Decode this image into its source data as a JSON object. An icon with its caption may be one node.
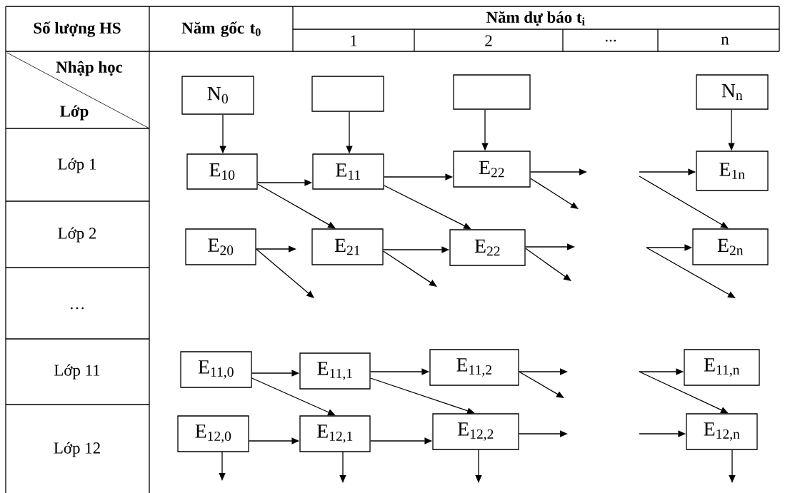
{
  "diagram": {
    "nodes": [
      {
        "text": [
          "N$_{0}$"
        ]
      },
      {
        "text": [],
        "shape": "box"
      },
      {
        "text": [],
        "shape": "box"
      },
      {
        "text": [
          "N$_{n}$"
        ]
      },
      {
        "text": [
          "E$_{10}$"
        ]
      },
      {
        "text": [
          "E$_{11}$"
        ]
      },
      {
        "text": [
          "E$_{22}$"
        ]
      },
      {
        "text": [
          "E$_{1n}$"
        ]
      },
      {
        "text": [
          "E$_{20}$"
        ]
      },
      {
        "text": [
          "E$_{21}$"
        ]
      },
      {
        "text": [
          "E$_{22}$"
        ]
      },
      {
        "text": [
          "E$_{2n}$"
        ]
      },
      {
        "text": [
          "E$_{11,0}$"
        ]
      },
      {
        "text": [
          "E$_{11,1}$"
        ]
      },
      {
        "text": [
          "E$_{11,2}$"
        ]
      },
      {
        "text": [
          "E$_{11,n}$"
        ]
      },
      {
        "text": [
          "E$_{12,0}$"
        ]
      },
      {
        "text": [
          "E$_{12,1}$"
        ]
      },
      {
        "text": [
          "E$_{12,2}$"
        ]
      },
      {
        "text": [
          "E$_{12,n}$"
        ]
      }
    ],
    "edges": [
      {
        "from": 0,
        "to": 4,
        "arrow": "to"
      },
      {
        "from": 1,
        "to": 5,
        "arrow": "to"
      },
      {
        "from": 2,
        "to": 6,
        "arrow": "to"
      },
      {
        "from": 3,
        "to": 7,
        "arrow": "to"
      },
      {
        "from": 4,
        "to": 5,
        "arrow": "to"
      },
      {
        "from": 5,
        "to": 6,
        "arrow": "to"
      },
      {
        "from": 6,
        "to": null,
        "arrow": "to"
      },
      {
        "from": null,
        "to": 7,
        "arrow": "to"
      },
      {
        "from": 4,
        "to": 9,
        "arrow": "to"
      },
      {
        "from": 5,
        "to": 10,
        "arrow": "to"
      },
      {
        "from": 6,
        "to": null,
        "arrow": "to"
      },
      {
        "from": null,
        "to": 11,
        "arrow": "to"
      },
      {
        "from": 8,
        "to": null,
        "arrow": "to"
      },
      {
        "from": 8,
        "to": null,
        "arrow": "to"
      },
      {
        "from": 9,
        "to": 10,
        "arrow": "to"
      },
      {
        "from": 9,
        "to": null,
        "arrow": "to"
      },
      {
        "from": 10,
        "to": null,
        "arrow": "to"
      },
      {
        "from": 10,
        "to": null,
        "arrow": "to"
      },
      {
        "from": null,
        "to": 11,
        "arrow": "to"
      },
      {
        "from": 12,
        "to": 13,
        "arrow": "to"
      },
      {
        "from": 12,
        "to": 17,
        "arrow": "to"
      },
      {
        "from": 13,
        "to": 14,
        "arrow": "to"
      },
      {
        "from": 13,
        "to": 18,
        "arrow": "to"
      },
      {
        "from": 14,
        "to": null,
        "arrow": "to"
      },
      {
        "from": 14,
        "to": null,
        "arrow": "to"
      },
      {
        "from": null,
        "to": 15,
        "arrow": "to"
      },
      {
        "from": null,
        "to": 19,
        "arrow": "to"
      },
      {
        "from": 16,
        "to": 17,
        "arrow": "to"
      },
      {
        "from": 17,
        "to": 18,
        "arrow": "to"
      },
      {
        "from": 18,
        "to": null,
        "arrow": "to"
      },
      {
        "from": null,
        "to": 19,
        "arrow": "to"
      },
      {
        "from": 16,
        "to": null,
        "arrow": "to"
      },
      {
        "from": 17,
        "to": null,
        "arrow": "to"
      },
      {
        "from": 18,
        "to": null,
        "arrow": "to"
      },
      {
        "from": 19,
        "to": null,
        "arrow": "to"
      }
    ],
    "labels": [
      "Số lượng HS",
      "Năm gốc t$_{0}$",
      "Năm dự báo t$_{i}$",
      "1",
      "2",
      "...",
      "n",
      "Nhập học",
      "Lớp",
      "Lớp 1",
      "Lớp 2",
      "…",
      "Lớp 11",
      "Lớp 12"
    ]
  }
}
